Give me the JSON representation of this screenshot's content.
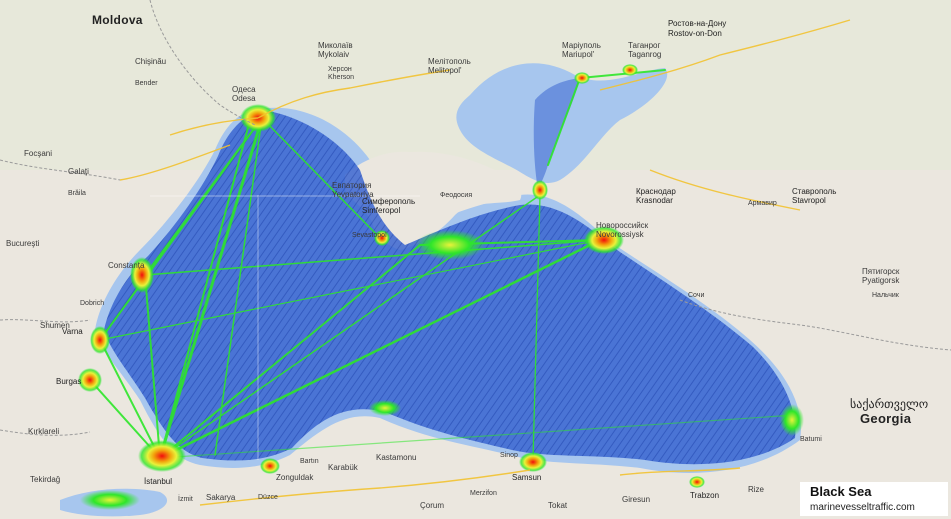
{
  "colors": {
    "land": "#ebe7df",
    "sea": "#a7c6ee",
    "sea_light": "#b7d0f2",
    "traffic_blue": "#2a58c9",
    "traffic_green": "#2ee62a",
    "traffic_yellow": "#e9f23a",
    "traffic_red": "#f20c0c",
    "road": "#f2c230",
    "border": "#9a9a9a"
  },
  "labels": {
    "moldova": "Moldova",
    "mykolaiv_ua": "Миколаїв",
    "mykolaiv": "Mykolaiv",
    "mariupol_ua": "Маріуполь",
    "mariupol": "Mariupol'",
    "taganrog_ru": "Таганрог",
    "taganrog": "Taganrog",
    "rostov_ru": "Ростов-на-Дону",
    "rostov": "Rostov-on-Don",
    "odesa_ua": "Одеса",
    "odesa": "Odesa",
    "kherson_ua": "Херсон",
    "kherson": "Kherson",
    "melitopol_ua": "Мелітополь",
    "melitopol": "Melitopol'",
    "chisinau": "Chişinău",
    "bender": "Bender",
    "galati": "Galaţi",
    "braila": "Brăila",
    "focsani": "Focşani",
    "evpatoria_ru": "Евпатория",
    "evpatoria": "Yevpatoriya",
    "simferopol_ru": "Симферополь",
    "simferopol": "Simferopol",
    "sevastopol": "Sevastopol",
    "feodosia": "Феодосия",
    "krasnodar_ru": "Краснодар",
    "krasnodar": "Krasnodar",
    "novorossiysk_ru": "Новороссийск",
    "novorossiysk": "Novorossiysk",
    "stavropol_ru": "Ставрополь",
    "stavropol": "Stavropol",
    "armavir": "Армавир",
    "pyatigorsk_ru": "Пятигорск",
    "pyatigorsk": "Pyatigorsk",
    "nalchik": "Нальчик",
    "constanta": "Constanța",
    "varna": "Varna",
    "burgas": "Burgas",
    "dobrich": "Dobrich",
    "shumen": "Shumen",
    "bucharest": "Bucureşti",
    "kirklareli": "Kırklareli",
    "tekirdag": "Tekirdağ",
    "istanbul": "İstanbul",
    "izmit": "İzmit",
    "sakarya": "Sakarya",
    "duzce": "Düzce",
    "zonguldak": "Zonguldak",
    "bartin": "Bartın",
    "karabuk": "Karabük",
    "kastamonu": "Kastamonu",
    "sinop": "Sinop",
    "samsun": "Samsun",
    "corum": "Çorum",
    "merzifon": "Merzifon",
    "tokat": "Tokat",
    "giresun": "Giresun",
    "trabzon": "Trabzon",
    "rize": "Rize",
    "batumi": "Batumi",
    "sochi": "Сочи",
    "georgia_ka": "საქართველო",
    "georgia": "Georgia"
  },
  "credit": {
    "title": "Black Sea",
    "source": "marinevesseltraffic.com"
  }
}
